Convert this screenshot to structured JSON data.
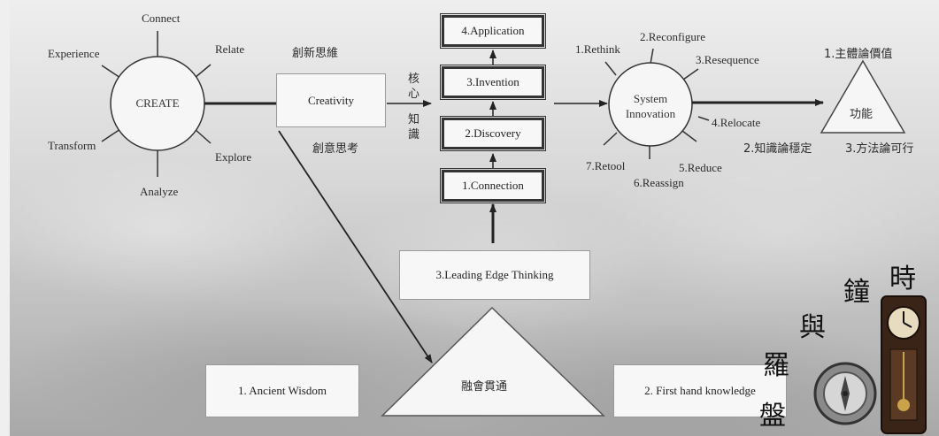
{
  "create_hub": {
    "center": "CREATE",
    "spokes": [
      "Connect",
      "Relate",
      "Explore",
      "Analyze",
      "Transform",
      "Experience"
    ]
  },
  "creativity": {
    "box": "Creativity",
    "label_above": "創新思維",
    "label_below": "創意思考"
  },
  "core_knowledge": [
    "核",
    "心",
    "知",
    "識"
  ],
  "stack": [
    "4.Application",
    "3.Invention",
    "2.Discovery",
    "1.Connection"
  ],
  "leading_edge": "3.Leading Edge Thinking",
  "triangle_center": "融會貫通",
  "ancient_wisdom": "1. Ancient Wisdom",
  "first_hand": "2. First hand knowledge",
  "system_hub": {
    "center_line1": "System",
    "center_line2": "Innovation",
    "spokes": [
      "1.Rethink",
      "2.Reconfigure",
      "3.Resequence",
      "4.Relocate",
      "5.Reduce",
      "6.Reassign",
      "7.Retool"
    ]
  },
  "right_triangle": {
    "center": "功能",
    "top": "1.主體論價值",
    "left": "2.知識論穩定",
    "right": "3.方法論可行"
  },
  "corner_art": {
    "chars": [
      "時",
      "鐘",
      "與",
      "羅",
      "盤"
    ]
  }
}
